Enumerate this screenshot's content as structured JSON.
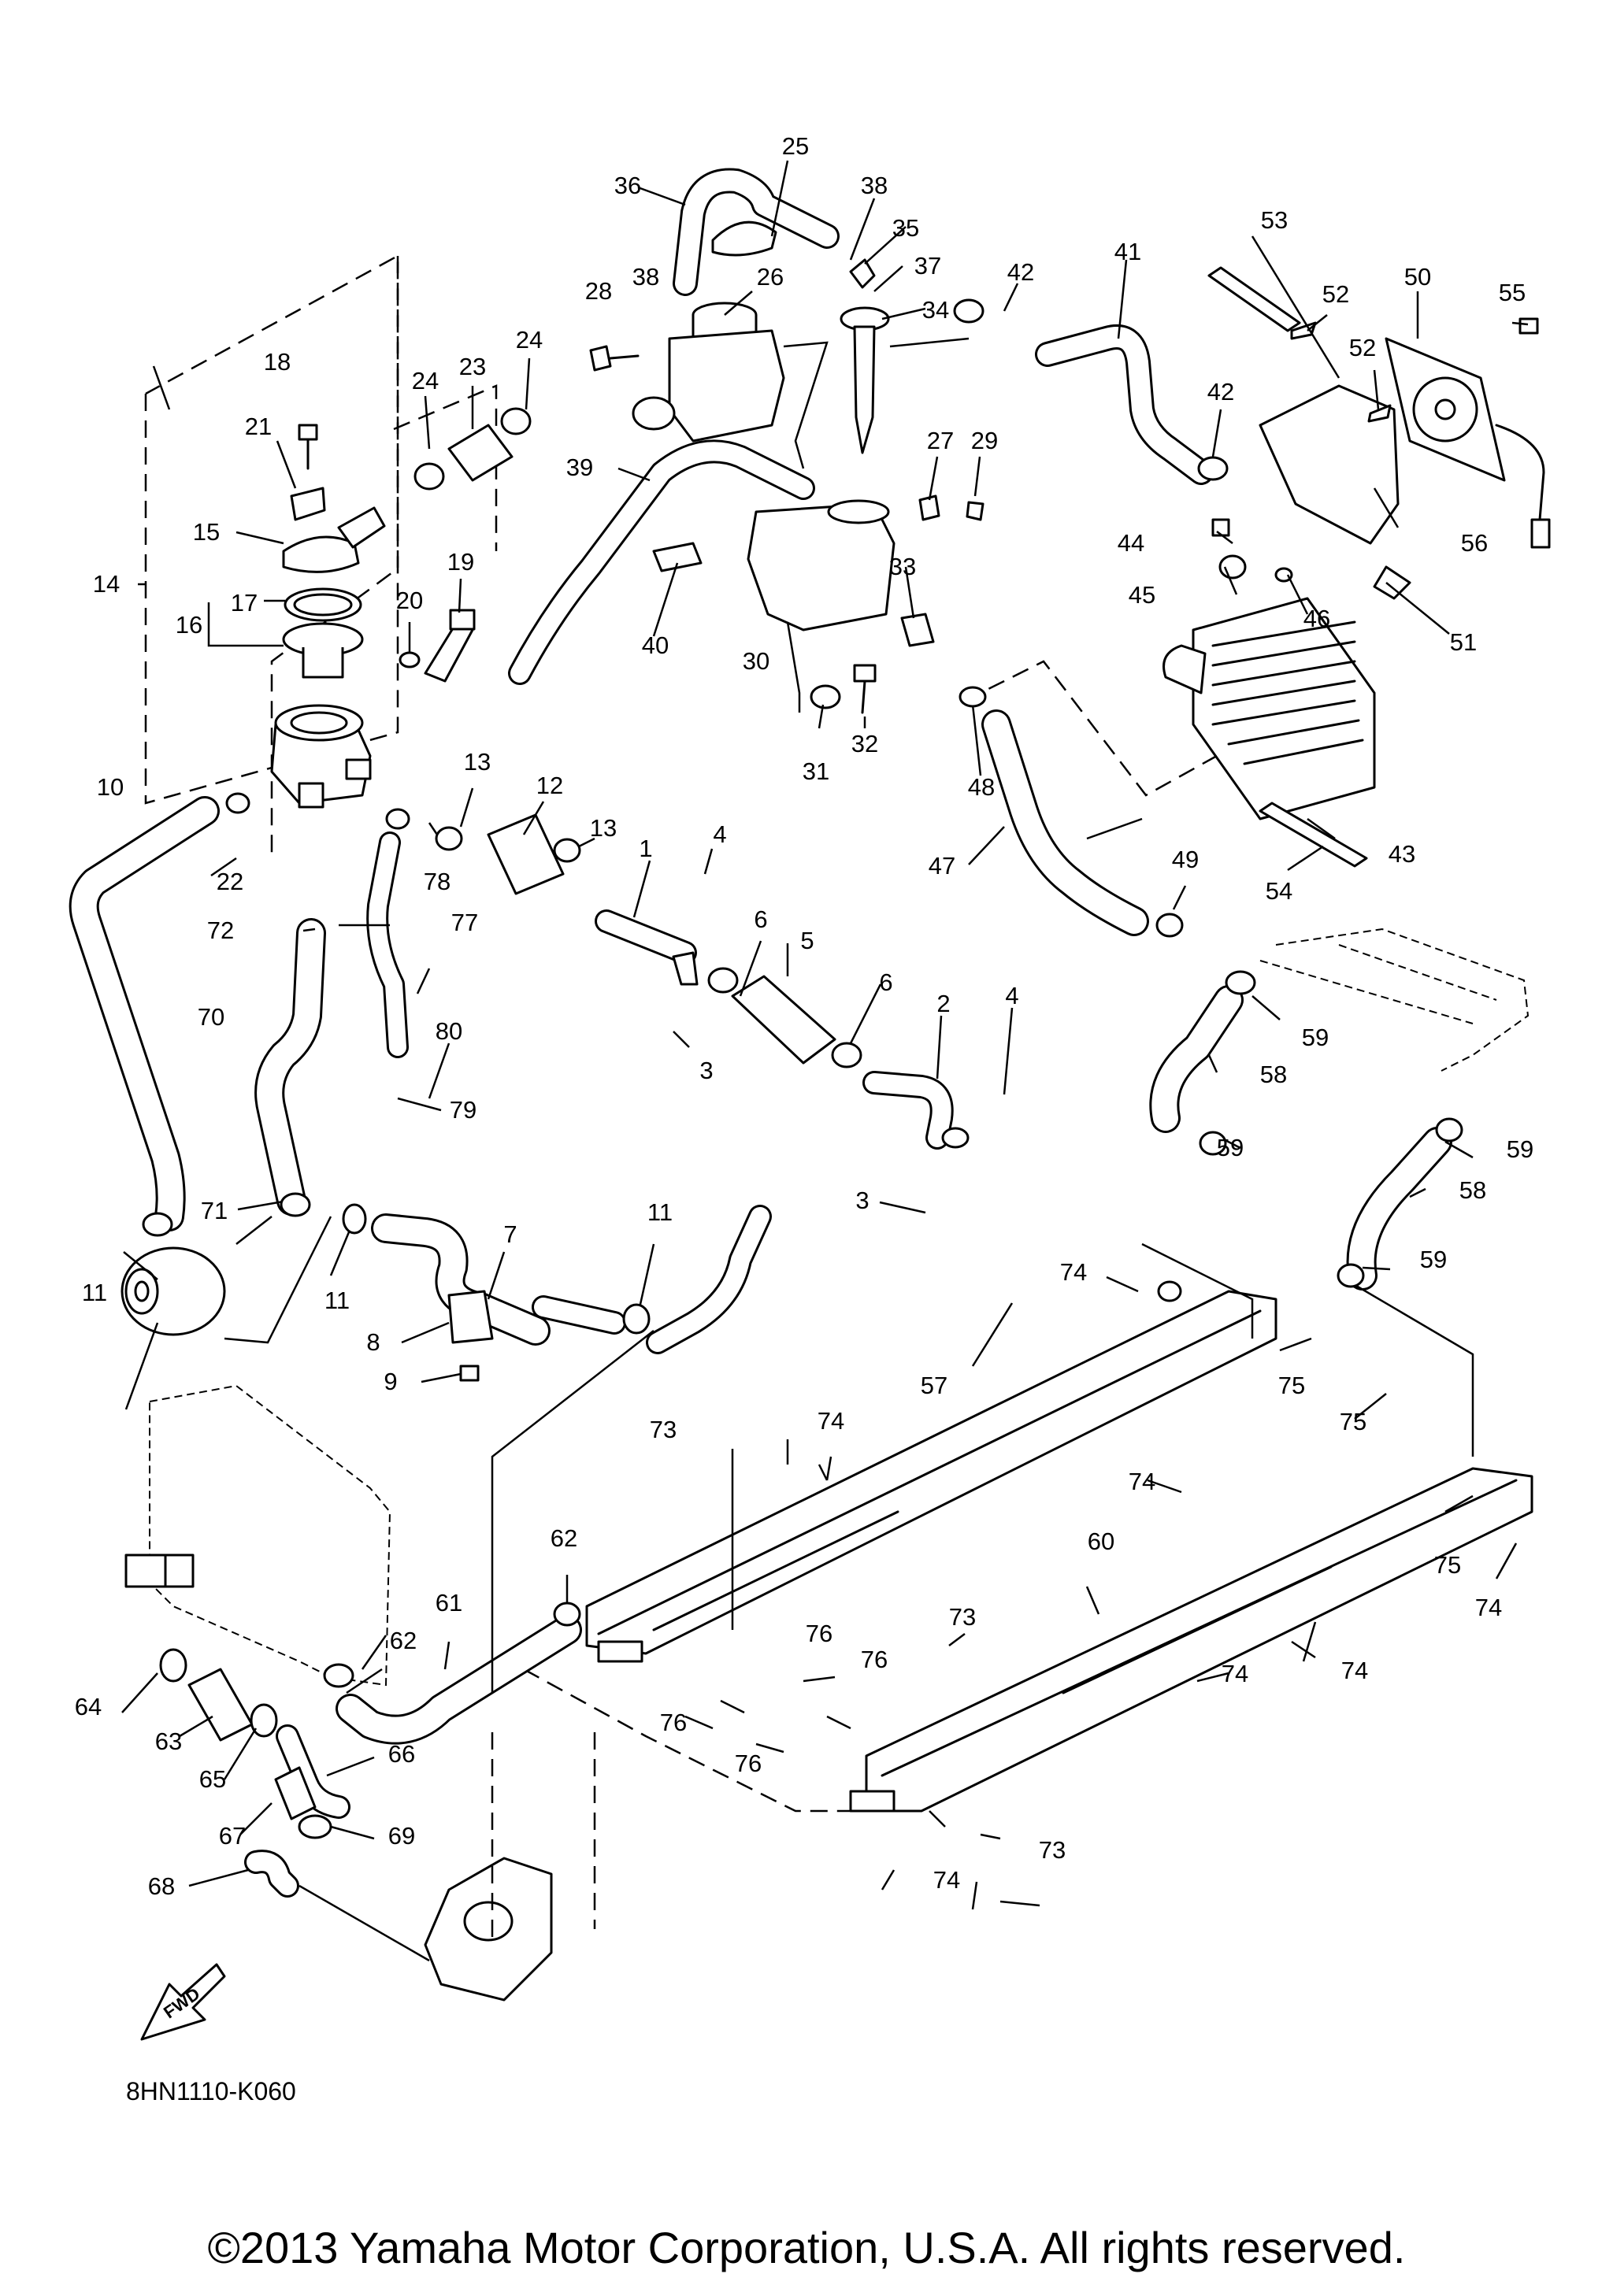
{
  "diagram": {
    "reference_code": "8HN1110-K060",
    "direction_marker": "FWD",
    "copyright": "©2013 Yamaha Motor Corporation, U.S.A. All rights reserved.",
    "callouts": {
      "c1": "1",
      "c2": "2",
      "c3a": "3",
      "c3b": "3",
      "c4a": "4",
      "c4b": "4",
      "c5": "5",
      "c6a": "6",
      "c6b": "6",
      "c7": "7",
      "c8": "8",
      "c9": "9",
      "c10": "10",
      "c11a": "11",
      "c11b": "11",
      "c11c": "11",
      "c12": "12",
      "c13a": "13",
      "c13b": "13",
      "c14": "14",
      "c15": "15",
      "c16": "16",
      "c17": "17",
      "c18": "18",
      "c19": "19",
      "c20": "20",
      "c21": "21",
      "c22": "22",
      "c23": "23",
      "c24a": "24",
      "c24b": "24",
      "c25": "25",
      "c26": "26",
      "c27": "27",
      "c28": "28",
      "c29": "29",
      "c30": "30",
      "c31": "31",
      "c32": "32",
      "c33": "33",
      "c34": "34",
      "c35": "35",
      "c36": "36",
      "c37": "37",
      "c38a": "38",
      "c38b": "38",
      "c39": "39",
      "c40": "40",
      "c41": "41",
      "c42a": "42",
      "c42b": "42",
      "c43": "43",
      "c44": "44",
      "c45": "45",
      "c46": "46",
      "c47": "47",
      "c48": "48",
      "c49": "49",
      "c50": "50",
      "c51": "51",
      "c52a": "52",
      "c52b": "52",
      "c53": "53",
      "c54": "54",
      "c55": "55",
      "c56": "56",
      "c57": "57",
      "c58a": "58",
      "c58b": "58",
      "c59a": "59",
      "c59b": "59",
      "c59c": "59",
      "c59d": "59",
      "c60": "60",
      "c61": "61",
      "c62a": "62",
      "c62b": "62",
      "c63": "63",
      "c64": "64",
      "c65": "65",
      "c66": "66",
      "c67": "67",
      "c68": "68",
      "c69": "69",
      "c70": "70",
      "c71": "71",
      "c72": "72",
      "c73a": "73",
      "c73b": "73",
      "c73c": "73",
      "c74a": "74",
      "c74b": "74",
      "c74c": "74",
      "c74d": "74",
      "c74e": "74",
      "c74f": "74",
      "c74g": "74",
      "c75a": "75",
      "c75b": "75",
      "c75c": "75",
      "c76a": "76",
      "c76b": "76",
      "c76c": "76",
      "c76d": "76",
      "c77": "77",
      "c78": "78",
      "c79": "79",
      "c80": "80"
    }
  }
}
